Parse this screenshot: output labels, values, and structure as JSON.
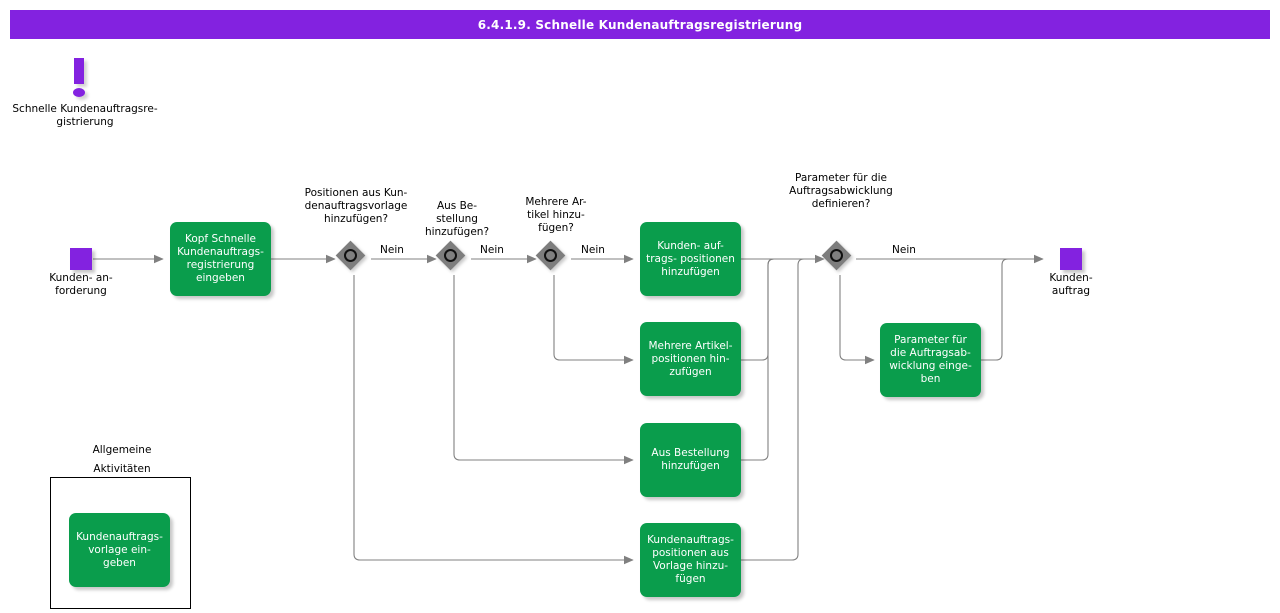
{
  "titlebar": {
    "title": "6.4.1.9. Schnelle Kundenauftragsregistrierung",
    "bg": "#8322e0"
  },
  "colors": {
    "process": "#0a9d4c",
    "event": "#8322e0",
    "gateway": "#7d7d7d",
    "line": "#808080",
    "text_on_process": "#ffffff"
  },
  "annotation": {
    "icon": "exclamation-icon",
    "label": "Schnelle  Kundenauftragsre-\ngistrierung"
  },
  "events": {
    "start": {
      "label": "Kunden-  an-\nforderung"
    },
    "end": {
      "label": "Kunden-\nauftrag"
    }
  },
  "gateways": [
    {
      "id": "gw1",
      "question": "Positionen  aus  Kun-\ndenauftragsvorlage\nhinzufügen?",
      "no_label": "Nein"
    },
    {
      "id": "gw2",
      "question": "Aus   Be-\nstellung\nhinzufügen?",
      "no_label": "Nein"
    },
    {
      "id": "gw3",
      "question": "Mehrere Ar-\ntikel hinzu-\nfügen?",
      "no_label": "Nein"
    },
    {
      "id": "gw4",
      "question": "Parameter  für die\nAuftragsabwicklung\ndefinieren?",
      "no_label": "Nein"
    }
  ],
  "tasks": {
    "head": "Kopf Schnelle\nKundenauftrags-\nregistrierung\neingeben",
    "order_positions": "Kunden-  auf-\ntrags- positionen\nhinzufügen",
    "multi_article": "Mehrere Artikel-\npositionen hin-\nzufügen",
    "from_order": "Aus Bestellung\nhinzufügen",
    "from_template": "Kundenauftrags-\npositionen  aus\nVorlage  hinzu-\nfügen",
    "parameters": "Parameter für\ndie  Auftragsab-\nwicklung  einge-\nben",
    "template_entry": "Kundenauftrags-\nvorlage     ein-\ngeben"
  },
  "group": {
    "label": "Allgemeine\nAktivitäten"
  }
}
